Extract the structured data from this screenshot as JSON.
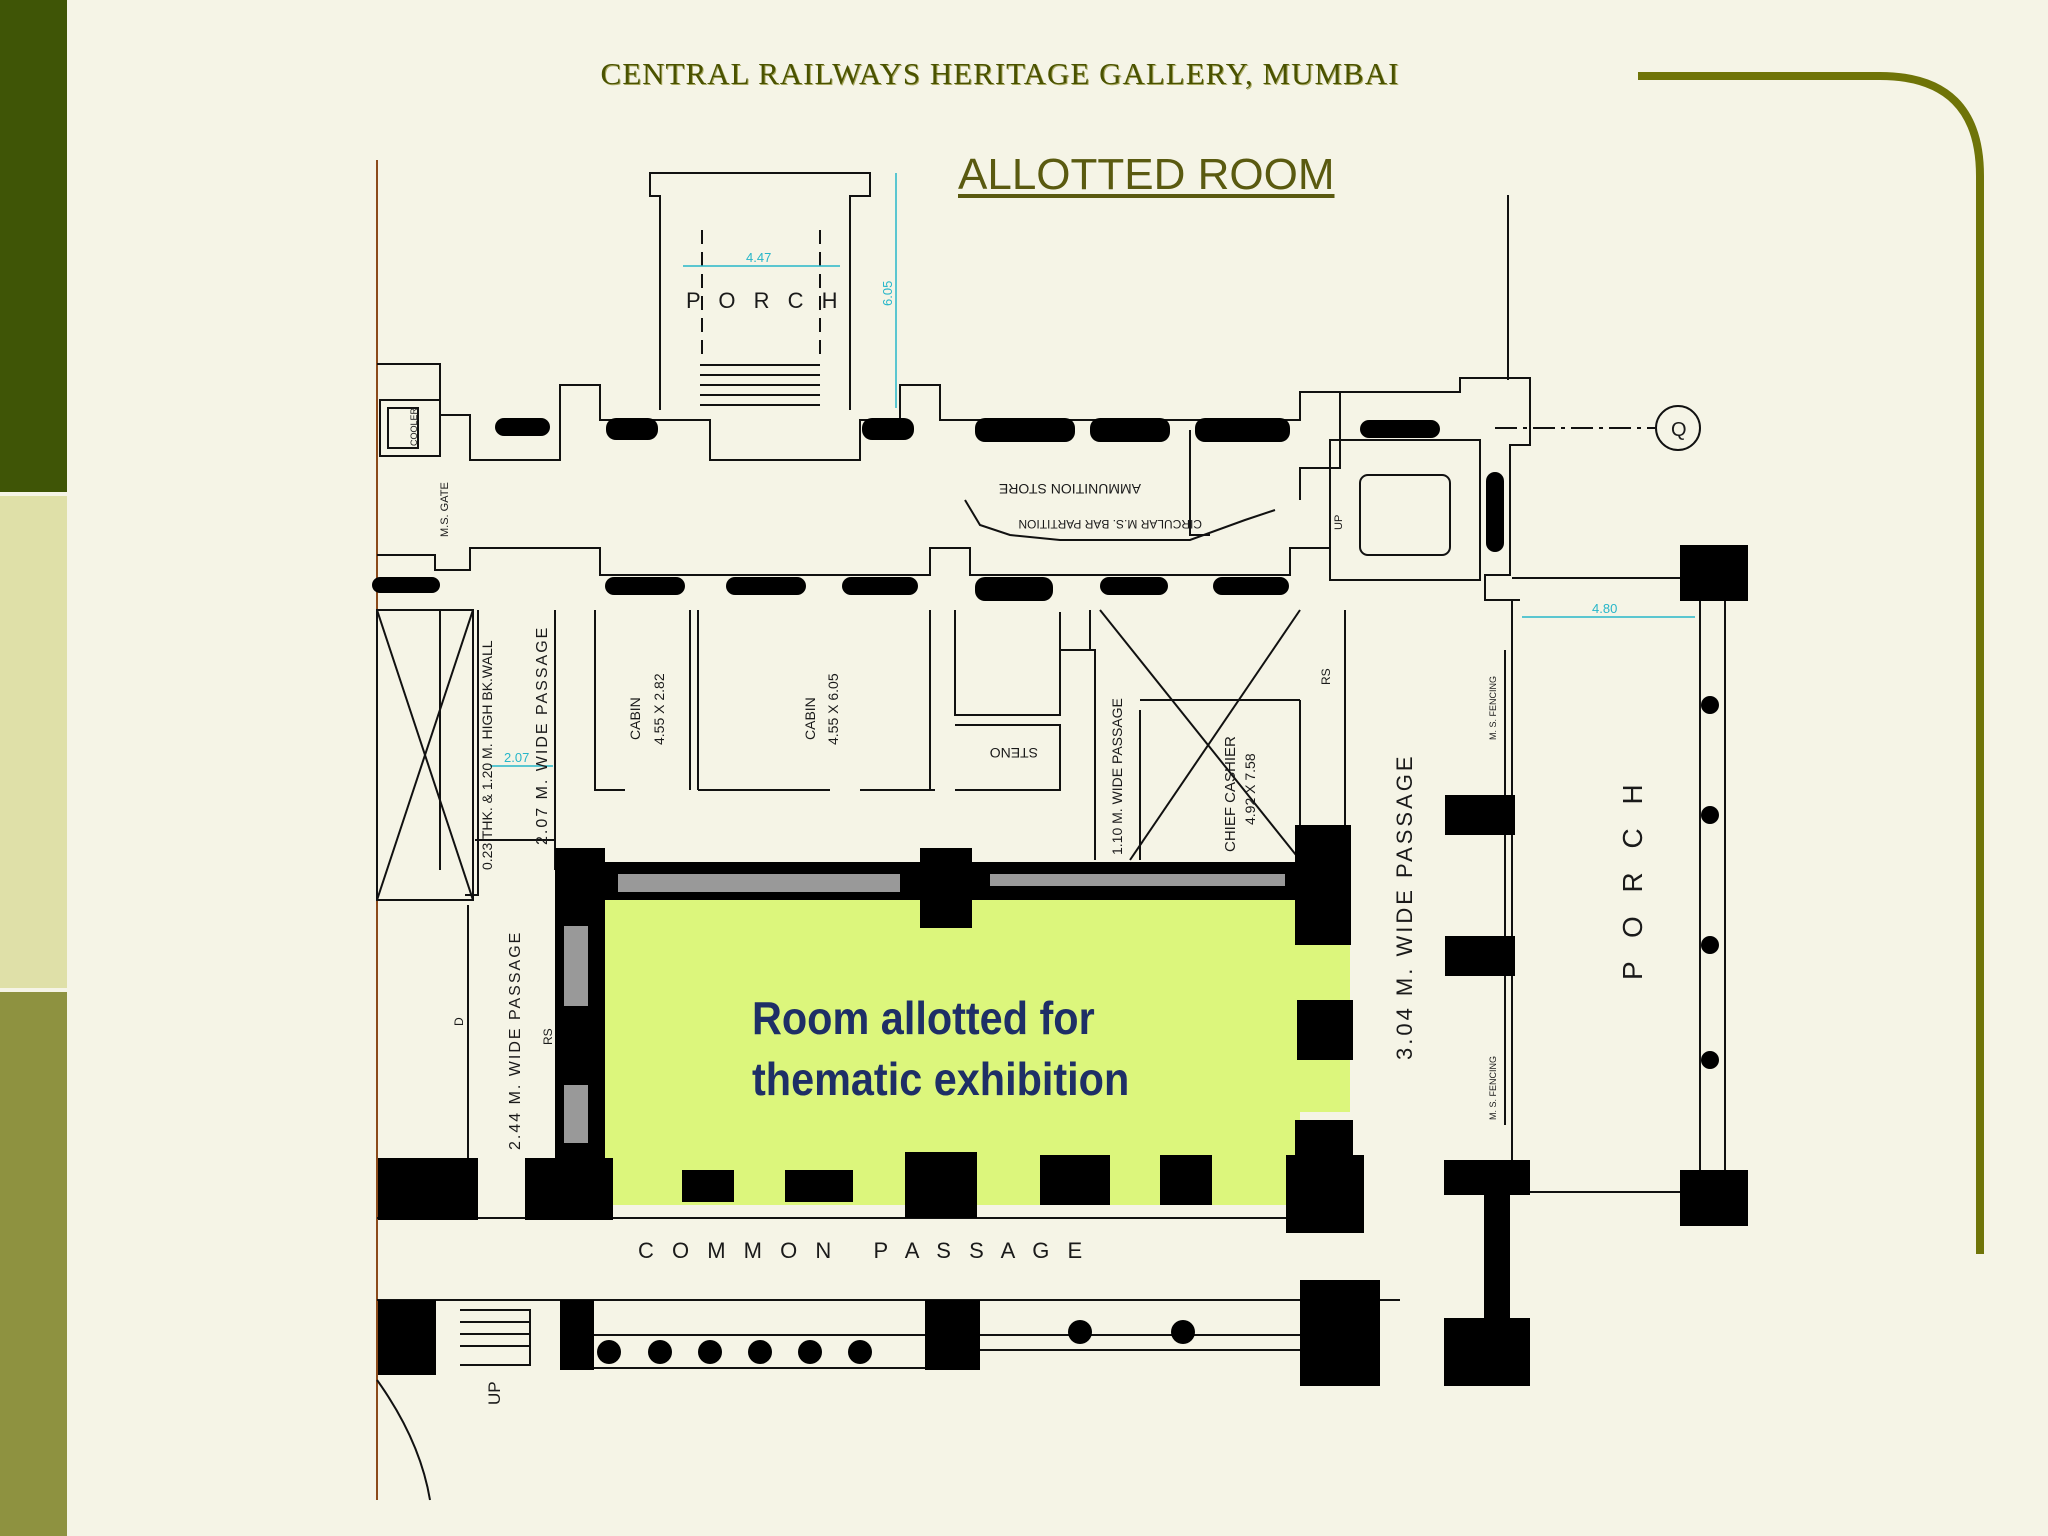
{
  "slide": {
    "title": "CENTRAL RAILWAYS HERITAGE GALLERY, MUMBAI",
    "plan_title": "ALLOTTED ROOM",
    "callout_line1": "Room allotted for",
    "callout_line2": "thematic exhibition"
  },
  "plan_labels": {
    "porch_top": "P O R C H",
    "porch_right": "P O R C H",
    "ammunition_store": "AMMUNITION STORE",
    "bar_partition": "CIRCULAR M.S. BAR PARTITION",
    "cabin_1": "CABIN",
    "cabin_1_size": "4.55 X 2.82",
    "cabin_2": "CABIN",
    "cabin_2_size": "4.55 X 6.05",
    "steno": "STENO",
    "chief_cashier": "CHIEF CASHIER",
    "chief_cashier_size": "4.92 X 7.58",
    "passage_110": "1.10 M. WIDE PASSAGE",
    "passage_207": "2.07 M. WIDE PASSAGE",
    "passage_244": "2.44 M. WIDE PASSAGE",
    "passage_304": "3.04 M. WIDE PASSAGE",
    "brick_wall": "0.23 THK. & 1.20 M. HIGH BK.WALL",
    "common_passage": "C O M M O N   P A S S A G E",
    "ms_gate": "M.S. GATE",
    "cooler": "COOLER",
    "ms_fencing_1": "M. S. FENCING",
    "ms_fencing_2": "M. S. FENCING",
    "up_1": "UP",
    "up_2": "UP",
    "dim_447": "4.47",
    "dim_605": "6.05",
    "dim_480": "4.80",
    "dim_207": "2.07",
    "grid_q": "Q",
    "door_mark": "D",
    "rs_mark": "RS"
  },
  "colors": {
    "bar_dark": "#3f5506",
    "bar_light": "#dfe0a8",
    "bar_mid": "#8e9240",
    "room_fill": "#dcf67c",
    "outline": "#6f7408",
    "callout_text": "#1e2f66"
  }
}
